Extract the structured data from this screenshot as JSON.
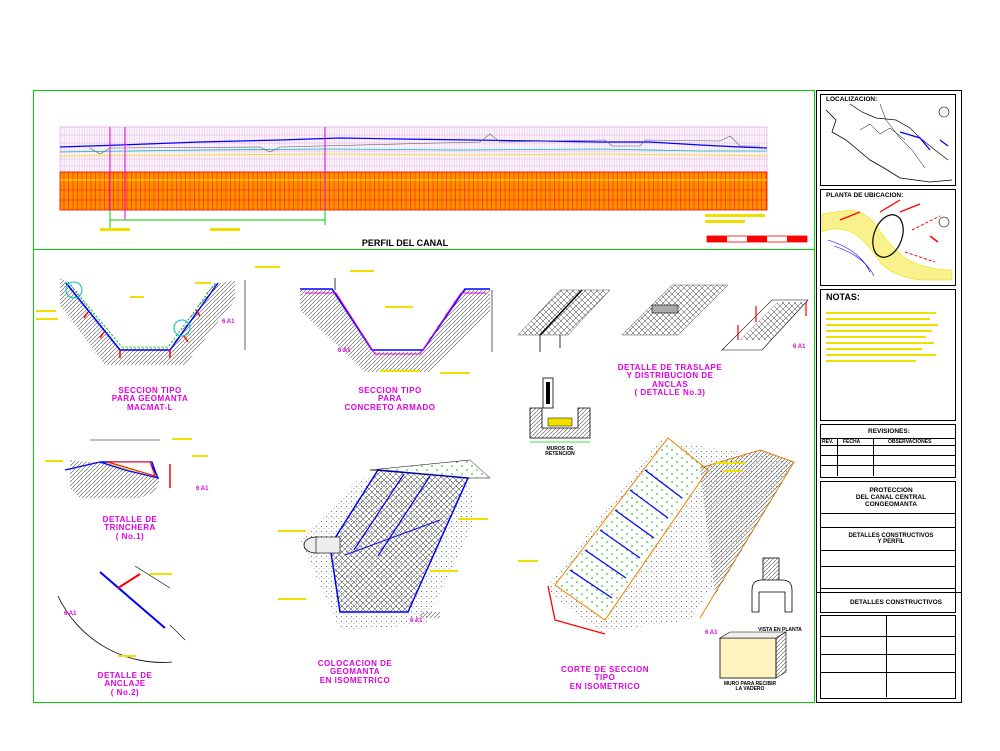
{
  "profile": {
    "title": "PERFIL DEL CANAL"
  },
  "details": {
    "seccion_geomanta": "SECCION TIPO\nPARA GEOMANTA\nMACMAT-L",
    "seccion_concreto": "SECCION TIPO\nPARA\nCONCRETO ARMADO",
    "traslape": "DETALLE DE TRASLAPE\nY DISTRIBUCION DE\nANCLAS\n( DETALLE No.3)",
    "trinchera": "DETALLE DE\nTRINCHERA\n( No.1)",
    "colocacion": "COLOCACION DE\nGEOMANTA\nEN ISOMETRICO",
    "corte": "CORTE DE SECCION\nTIPO\nEN ISOMETRICO",
    "anclaje": "DETALLE DE\nANCLAJE\n( No.2)",
    "muros": "MUROS DE\nRETENCION",
    "vista_planta": "VISTA EN PLANTA",
    "muro_recibir": "MURO PARA RECIBIR\nLA VADERO"
  },
  "title_block": {
    "localizacion": "LOCALIZACION:",
    "planta_ubicacion": "PLANTA DE UBICACION:",
    "notas": "NOTAS:",
    "revisiones": "REVISIONES:",
    "rev_cols": [
      "REV.",
      "FECHA",
      "OBSERVACIONES"
    ],
    "project": "PROTECCION\nDEL CANAL CENTRAL\nCONGEOMANTA",
    "subtitle": "DETALLES CONSTRUCTIVOS\nY PERFIL",
    "sheet_title": "DETALLES CONSTRUCTIVOS"
  },
  "colors": {
    "frame": "#00d000",
    "magenta": "#e000e0",
    "red": "#ff0000",
    "yellow": "#f0e000",
    "blue": "#0000ff"
  }
}
